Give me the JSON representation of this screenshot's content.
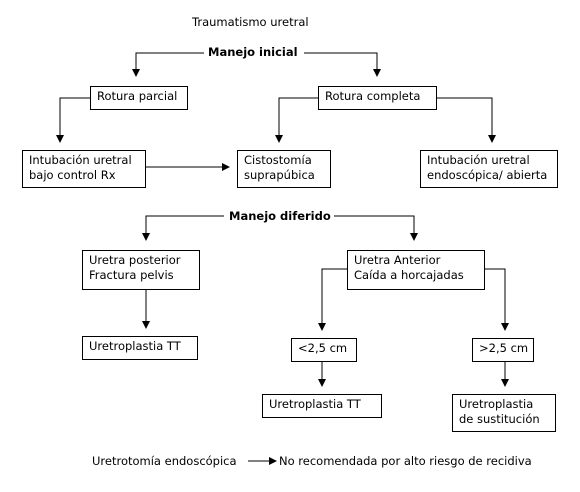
{
  "title": "Traumatismo uretral",
  "sections": {
    "initial": "Manejo inicial",
    "deferred": "Manejo diferido"
  },
  "nodes": {
    "rotura_parcial": "Rotura parcial",
    "rotura_completa": "Rotura completa",
    "intubacion_rx": [
      "Intubación uretral",
      "bajo control Rx"
    ],
    "cistostomia": [
      "Cistostomía",
      "suprapúbica"
    ],
    "intubacion_endo": [
      "Intubación uretral",
      "endoscópica/ abierta"
    ],
    "uretra_posterior": [
      "Uretra posterior",
      "Fractura pelvis"
    ],
    "uretra_anterior": [
      "Uretra Anterior",
      "Caída a horcajadas"
    ],
    "uretroplastia_tt_1": "Uretroplastia TT",
    "menor_25": "<2,5 cm",
    "mayor_25": ">2,5 cm",
    "uretroplastia_tt_2": "Uretroplastia TT",
    "uretroplastia_sust": [
      "Uretroplastia",
      "de sustitución"
    ]
  },
  "footnote": {
    "left": "Uretrotomía endoscópica",
    "right": "No recomendada por alto riesgo de recidiva"
  }
}
